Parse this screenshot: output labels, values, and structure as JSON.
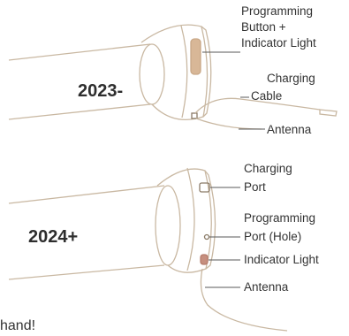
{
  "models": {
    "top": "2023-",
    "bottom": "2024+"
  },
  "labels_2023": {
    "programming_button_line1": "Programming",
    "programming_button_line2": "Button +",
    "programming_button_line3": "Indicator Light",
    "charging_cable_line1": "Charging",
    "charging_cable_line2": "Cable",
    "antenna": "Antenna"
  },
  "labels_2024": {
    "charging_port_line1": "Charging",
    "charging_port_line2": "Port",
    "programming_port_line1": "Programming",
    "programming_port_line2": "Port (Hole)",
    "indicator_light": "Indicator Light",
    "antenna": "Antenna"
  },
  "footer_fragment": "hand!",
  "colors": {
    "outline": "#c9b8a2",
    "indicator": "#d8b797",
    "indicator_light_2024": "#c68f7f",
    "leader": "#5a5a5a",
    "text": "#333333"
  }
}
